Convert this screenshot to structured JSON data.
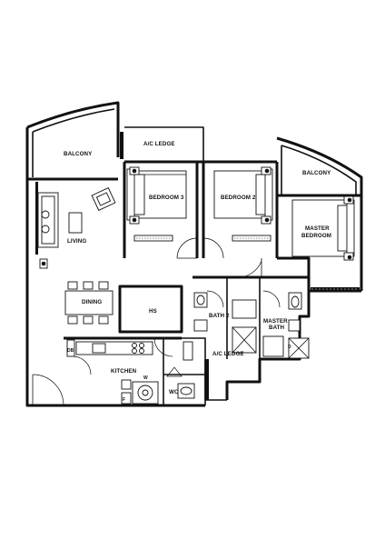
{
  "rooms": {
    "balcony_left": "BALCONY",
    "ac_ledge_top": "A/C LEDGE",
    "bedroom3": "BEDROOM 3",
    "bedroom2": "BEDROOM 2",
    "balcony_right": "BALCONY",
    "master_bedroom_line1": "MASTER",
    "master_bedroom_line2": "BEDROOM",
    "living": "LIVING",
    "dining": "DINING",
    "hs": "HS",
    "bath2": "BATH 2",
    "master_bath_line1": "MASTER",
    "master_bath_line2": "BATH",
    "ac_ledge_bottom": "A/C LEDGE",
    "kitchen": "KITCHEN",
    "wc": "WC",
    "db": "DB",
    "f": "F",
    "w": "W",
    "d": "D"
  }
}
